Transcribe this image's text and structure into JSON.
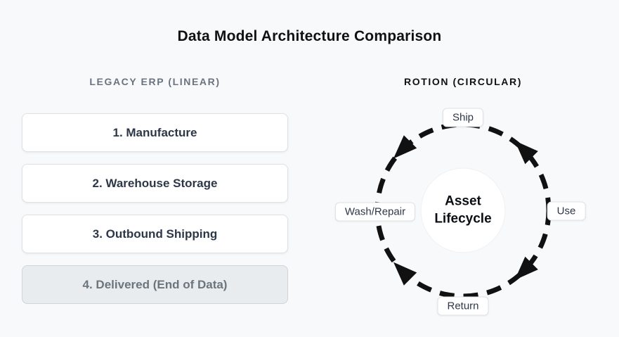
{
  "title": "Data Model Architecture Comparison",
  "colors": {
    "background": "#f8f9fa",
    "box_background": "#ffffff",
    "box_border": "#dee2e6",
    "box_text": "#2d3748",
    "legacy_heading_text": "#6b7280",
    "rotion_heading_text": "#111111",
    "disabled_box_background": "#e9ecef",
    "disabled_box_text": "#6c757d",
    "cycle_stroke": "#111111",
    "center_circle_fill": "#ffffff"
  },
  "legacy": {
    "heading": "LEGACY ERP (LINEAR)",
    "steps": [
      {
        "label": "1. Manufacture"
      },
      {
        "label": "2. Warehouse Storage"
      },
      {
        "label": "3. Outbound Shipping"
      },
      {
        "label": "4. Delivered (End of Data)",
        "state": "end-of-data"
      }
    ]
  },
  "rotion": {
    "heading": "ROTION (CIRCULAR)",
    "center_label": "Asset Lifecycle",
    "stages": [
      {
        "label": "Ship",
        "position": "top"
      },
      {
        "label": "Use",
        "position": "right"
      },
      {
        "label": "Return",
        "position": "bottom"
      },
      {
        "label": "Wash/Repair",
        "position": "left"
      }
    ]
  }
}
